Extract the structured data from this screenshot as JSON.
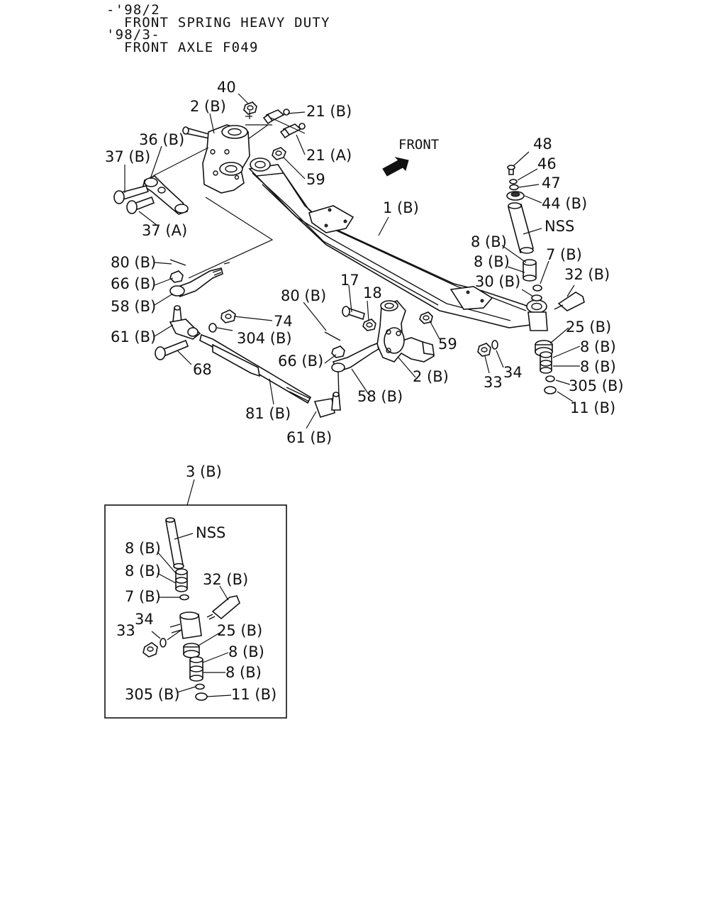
{
  "header": {
    "line1": "-'98/2",
    "line2": "FRONT SPRING HEAVY DUTY",
    "line3": "'98/3-",
    "line4": "FRONT AXLE F049"
  },
  "direction_label": "FRONT",
  "callouts": {
    "c_40": "40",
    "c_2b_top": "2 (B)",
    "c_21b": "21 (B)",
    "c_36b": "36 (B)",
    "c_37b": "37 (B)",
    "c_21a": "21 (A)",
    "c_59_top": "59",
    "c_37a": "37 (A)",
    "c_1b": "1 (B)",
    "c_48": "48",
    "c_46": "46",
    "c_47": "47",
    "c_44b": "44 (B)",
    "c_nss_main": "NSS",
    "c_8b_main1": "8 (B)",
    "c_8b_main2": "8 (B)",
    "c_7b_main": "7 (B)",
    "c_32b_main": "32 (B)",
    "c_30b": "30 (B)",
    "c_80b_left": "80 (B)",
    "c_66b_left": "66 (B)",
    "c_58b_left": "58 (B)",
    "c_61b_left": "61 (B)",
    "c_74": "74",
    "c_304b": "304 (B)",
    "c_68": "68",
    "c_17": "17",
    "c_18": "18",
    "c_80b_mid": "80 (B)",
    "c_59_mid": "59",
    "c_66b_mid": "66 (B)",
    "c_2b_mid": "2 (B)",
    "c_58b_mid": "58 (B)",
    "c_81b": "81 (B)",
    "c_61b_mid": "61 (B)",
    "c_25b_main": "25 (B)",
    "c_8b_main3": "8 (B)",
    "c_8b_main4": "8 (B)",
    "c_305b_main": "305 (B)",
    "c_11b_main": "11 (B)",
    "c_33_main": "33",
    "c_34_main": "34",
    "c_3b": "3 (B)",
    "c_nss_inset": "NSS",
    "c_8b_inset1": "8 (B)",
    "c_8b_inset2": "8 (B)",
    "c_32b_inset": "32 (B)",
    "c_7b_inset": "7 (B)",
    "c_33_inset": "33",
    "c_34_inset": "34",
    "c_25b_inset": "25 (B)",
    "c_8b_inset3": "8 (B)",
    "c_8b_inset4": "8 (B)",
    "c_305b_inset": "305 (B)",
    "c_11b_inset": "11 (B)"
  }
}
